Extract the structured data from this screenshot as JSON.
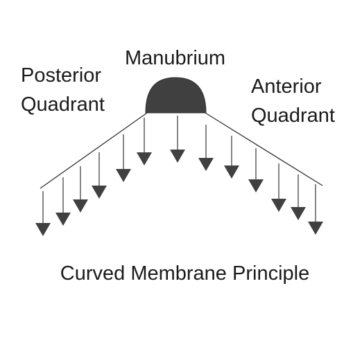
{
  "labels": {
    "center_top": "Manubrium",
    "left_line1": "Posterior",
    "left_line2": "Quadrant",
    "right_line1": "Anterior",
    "right_line2": "Quadrant",
    "caption": "Curved Membrane Principle"
  },
  "colors": {
    "line": "#333333",
    "fill": "#404040",
    "text": "#1a1a1a"
  }
}
